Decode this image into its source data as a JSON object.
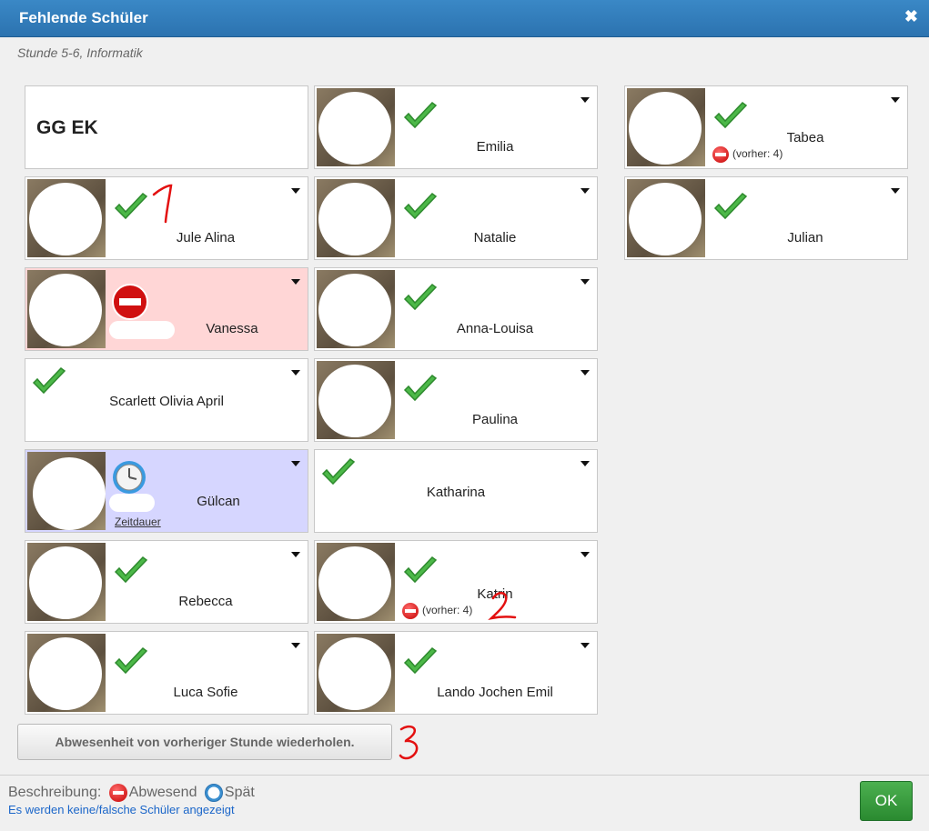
{
  "dialog": {
    "title": "Fehlende Schüler",
    "subtitle": "Stunde 5-6, Informatik",
    "group_label": "GG EK"
  },
  "students": [
    {
      "name": "Emilia",
      "status": "present"
    },
    {
      "name": "Tabea",
      "status": "present",
      "previous": "(vorher: 4)"
    },
    {
      "name": "Jule Alina",
      "status": "present"
    },
    {
      "name": "Natalie",
      "status": "present"
    },
    {
      "name": "Julian",
      "status": "present"
    },
    {
      "name": "Vanessa",
      "status": "absent"
    },
    {
      "name": "Anna-Louisa",
      "status": "present"
    },
    {
      "name": "Scarlett Olivia April",
      "status": "present"
    },
    {
      "name": "Paulina",
      "status": "present"
    },
    {
      "name": "Gülcan",
      "status": "late",
      "duration_link": "Zeitdauer"
    },
    {
      "name": "Katharina",
      "status": "present"
    },
    {
      "name": "Rebecca",
      "status": "present"
    },
    {
      "name": "Katrin",
      "status": "present",
      "previous": "(vorher: 4)"
    },
    {
      "name": "Luca Sofie",
      "status": "present"
    },
    {
      "name": "Lando Jochen Emil",
      "status": "present"
    }
  ],
  "repeat_button": "Abwesenheit von vorheriger Stunde wiederholen.",
  "legend": {
    "label": "Beschreibung:",
    "absent": "Abwesend",
    "late": "Spät"
  },
  "footer_link": "Es werden keine/falsche Schüler angezeigt",
  "ok_button": "OK",
  "annotations": [
    "1",
    "2",
    "3"
  ],
  "colors": {
    "title_bar": "#2c73b0",
    "absent_bg": "#ffd6d6",
    "late_bg": "#d6d6ff",
    "ok_green": "#3a9a40",
    "check_green": "#4cb848"
  }
}
